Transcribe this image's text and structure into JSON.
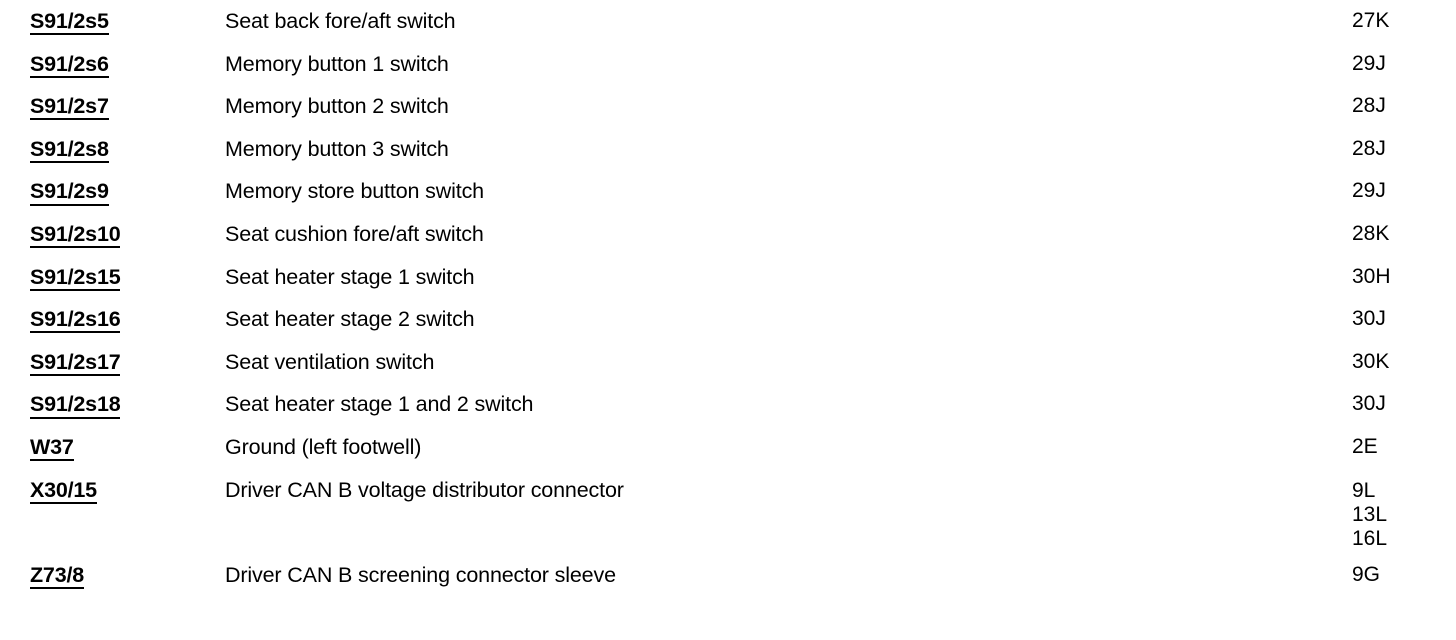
{
  "document": {
    "kind": "wiring-diagram-component-legend",
    "columns": {
      "code_header": "",
      "description_header": "",
      "location_header": ""
    },
    "rows": [
      {
        "code": "S91/2s5",
        "description": "Seat back fore/aft switch",
        "locations": [
          "27K"
        ]
      },
      {
        "code": "S91/2s6",
        "description": "Memory button 1 switch",
        "locations": [
          "29J"
        ]
      },
      {
        "code": "S91/2s7",
        "description": "Memory button 2 switch",
        "locations": [
          "28J"
        ]
      },
      {
        "code": "S91/2s8",
        "description": "Memory button 3 switch",
        "locations": [
          "28J"
        ]
      },
      {
        "code": "S91/2s9",
        "description": "Memory store button switch",
        "locations": [
          "29J"
        ]
      },
      {
        "code": "S91/2s10",
        "description": "Seat cushion fore/aft switch",
        "locations": [
          "28K"
        ]
      },
      {
        "code": "S91/2s15",
        "description": "Seat heater stage 1 switch",
        "locations": [
          "30H"
        ]
      },
      {
        "code": "S91/2s16",
        "description": "Seat heater stage 2 switch",
        "locations": [
          "30J"
        ]
      },
      {
        "code": "S91/2s17",
        "description": "Seat ventilation switch",
        "locations": [
          "30K"
        ]
      },
      {
        "code": "S91/2s18",
        "description": "Seat heater stage 1 and 2 switch",
        "locations": [
          "30J"
        ]
      },
      {
        "code": "W37",
        "description": "Ground (left footwell)",
        "locations": [
          "2E"
        ]
      },
      {
        "code": "X30/15",
        "description": "Driver CAN B voltage distributor connector",
        "locations": [
          "9L",
          "13L",
          "16L"
        ]
      },
      {
        "code": "",
        "description": "",
        "locations": []
      },
      {
        "code": "Z73/8",
        "description": "Driver CAN B screening connector sleeve",
        "locations": [
          "9G"
        ]
      }
    ]
  },
  "colors": {
    "text": "#000000",
    "background": "#ffffff"
  }
}
